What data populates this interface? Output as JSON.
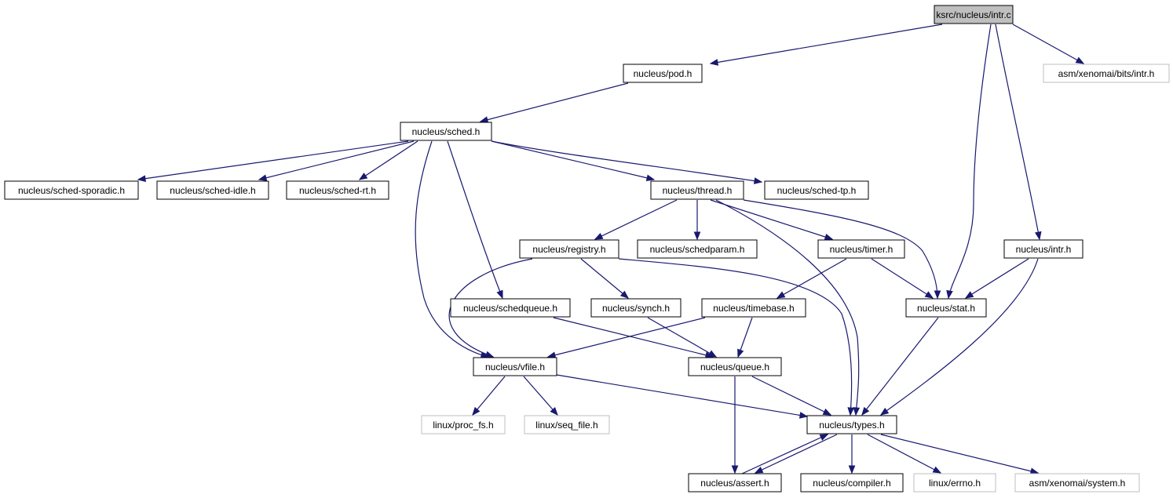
{
  "colors": {
    "edge": "#191970",
    "border": "#000000",
    "external_border": "#bfbfbf",
    "root_fill": "#bfbfbf"
  },
  "nodes": [
    {
      "id": "intr_c",
      "label": "ksrc/nucleus/intr.c",
      "kind": "root"
    },
    {
      "id": "pod",
      "label": "nucleus/pod.h",
      "kind": "file"
    },
    {
      "id": "asm_intr",
      "label": "asm/xenomai/bits/intr.h",
      "kind": "external"
    },
    {
      "id": "sched",
      "label": "nucleus/sched.h",
      "kind": "file"
    },
    {
      "id": "sporadic",
      "label": "nucleus/sched-sporadic.h",
      "kind": "file"
    },
    {
      "id": "idle",
      "label": "nucleus/sched-idle.h",
      "kind": "file"
    },
    {
      "id": "rt",
      "label": "nucleus/sched-rt.h",
      "kind": "file"
    },
    {
      "id": "thread",
      "label": "nucleus/thread.h",
      "kind": "file"
    },
    {
      "id": "tp",
      "label": "nucleus/sched-tp.h",
      "kind": "file"
    },
    {
      "id": "registry",
      "label": "nucleus/registry.h",
      "kind": "file"
    },
    {
      "id": "schedparam",
      "label": "nucleus/schedparam.h",
      "kind": "file"
    },
    {
      "id": "timer",
      "label": "nucleus/timer.h",
      "kind": "file"
    },
    {
      "id": "intr_h",
      "label": "nucleus/intr.h",
      "kind": "file"
    },
    {
      "id": "schedqueue",
      "label": "nucleus/schedqueue.h",
      "kind": "file"
    },
    {
      "id": "synch",
      "label": "nucleus/synch.h",
      "kind": "file"
    },
    {
      "id": "timebase",
      "label": "nucleus/timebase.h",
      "kind": "file"
    },
    {
      "id": "stat",
      "label": "nucleus/stat.h",
      "kind": "file"
    },
    {
      "id": "vfile",
      "label": "nucleus/vfile.h",
      "kind": "file"
    },
    {
      "id": "queue",
      "label": "nucleus/queue.h",
      "kind": "file"
    },
    {
      "id": "proc_fs",
      "label": "linux/proc_fs.h",
      "kind": "external"
    },
    {
      "id": "seq_file",
      "label": "linux/seq_file.h",
      "kind": "external"
    },
    {
      "id": "types",
      "label": "nucleus/types.h",
      "kind": "file"
    },
    {
      "id": "assert",
      "label": "nucleus/assert.h",
      "kind": "file"
    },
    {
      "id": "compiler",
      "label": "nucleus/compiler.h",
      "kind": "file"
    },
    {
      "id": "errno",
      "label": "linux/errno.h",
      "kind": "external"
    },
    {
      "id": "system",
      "label": "asm/xenomai/system.h",
      "kind": "external"
    }
  ],
  "edges": [
    [
      "intr_c",
      "pod"
    ],
    [
      "intr_c",
      "asm_intr"
    ],
    [
      "intr_c",
      "stat"
    ],
    [
      "intr_c",
      "intr_h"
    ],
    [
      "pod",
      "sched"
    ],
    [
      "sched",
      "sporadic"
    ],
    [
      "sched",
      "idle"
    ],
    [
      "sched",
      "rt"
    ],
    [
      "sched",
      "thread"
    ],
    [
      "sched",
      "tp"
    ],
    [
      "sched",
      "vfile"
    ],
    [
      "sched",
      "schedqueue"
    ],
    [
      "thread",
      "registry"
    ],
    [
      "thread",
      "schedparam"
    ],
    [
      "thread",
      "timer"
    ],
    [
      "thread",
      "stat"
    ],
    [
      "thread",
      "types"
    ],
    [
      "registry",
      "vfile"
    ],
    [
      "registry",
      "synch"
    ],
    [
      "registry",
      "types"
    ],
    [
      "timer",
      "timebase"
    ],
    [
      "timer",
      "stat"
    ],
    [
      "intr_h",
      "stat"
    ],
    [
      "intr_h",
      "types"
    ],
    [
      "schedqueue",
      "queue"
    ],
    [
      "synch",
      "queue"
    ],
    [
      "timebase",
      "vfile"
    ],
    [
      "timebase",
      "queue"
    ],
    [
      "stat",
      "types"
    ],
    [
      "vfile",
      "proc_fs"
    ],
    [
      "vfile",
      "seq_file"
    ],
    [
      "vfile",
      "types"
    ],
    [
      "queue",
      "types"
    ],
    [
      "queue",
      "assert"
    ],
    [
      "types",
      "assert"
    ],
    [
      "types",
      "compiler"
    ],
    [
      "types",
      "errno"
    ],
    [
      "types",
      "system"
    ],
    [
      "assert",
      "types"
    ]
  ]
}
